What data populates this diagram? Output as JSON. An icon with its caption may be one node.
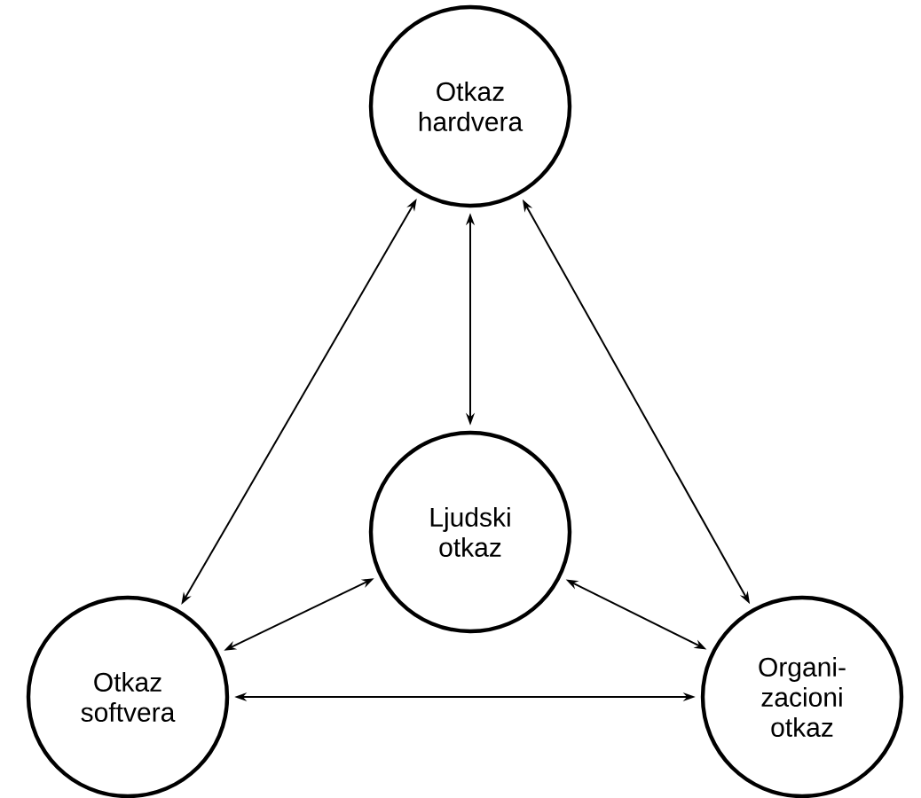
{
  "diagram": {
    "nodes": [
      {
        "text": [
          "Otkaz hardvera"
        ]
      },
      {
        "text": [
          "Ljudski otkaz"
        ]
      },
      {
        "text": [
          "Otkaz softvera"
        ]
      },
      {
        "text": [
          "Organi- zacioni otkaz"
        ]
      }
    ],
    "edges": [
      {
        "from": 0,
        "to": 1,
        "arrow": "both"
      },
      {
        "from": 0,
        "to": 2,
        "arrow": "both"
      },
      {
        "from": 0,
        "to": 3,
        "arrow": "both"
      },
      {
        "from": 1,
        "to": 2,
        "arrow": "both"
      },
      {
        "from": 1,
        "to": 3,
        "arrow": "both"
      },
      {
        "from": 2,
        "to": 3,
        "arrow": "both"
      }
    ]
  }
}
